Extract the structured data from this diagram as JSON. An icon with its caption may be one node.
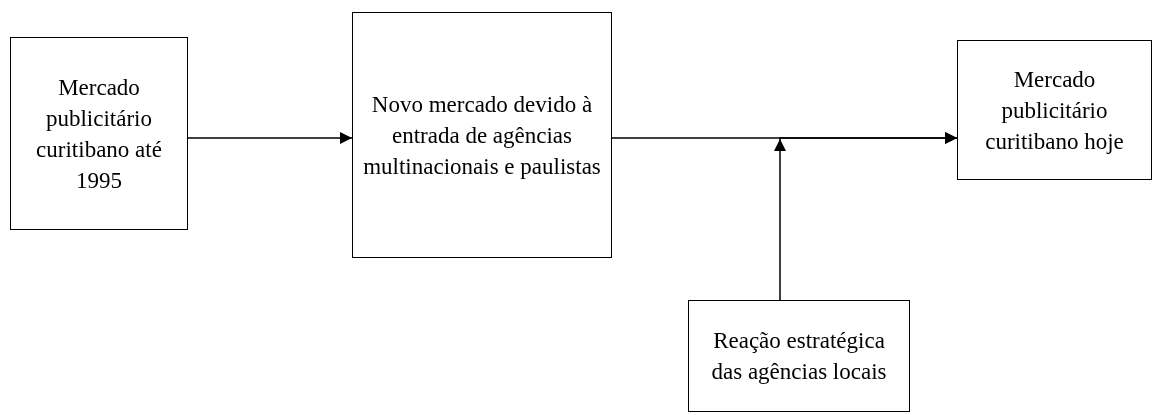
{
  "diagram": {
    "nodes": [
      {
        "text": [
          "Mercado publicitário curitibano até 1995"
        ]
      },
      {
        "text": [
          "Novo mercado devido à entrada de agências multinacionais e paulistas"
        ]
      },
      {
        "text": [
          "Mercado publicitário curitibano hoje"
        ]
      },
      {
        "text": [
          "Reação estratégica das agências locais"
        ]
      }
    ],
    "edges": [
      {
        "from": 0,
        "to": 1,
        "arrow": "to"
      },
      {
        "from": 1,
        "to": 2,
        "arrow": "to"
      },
      {
        "from": 3,
        "to": 2,
        "arrow": "to"
      }
    ]
  }
}
